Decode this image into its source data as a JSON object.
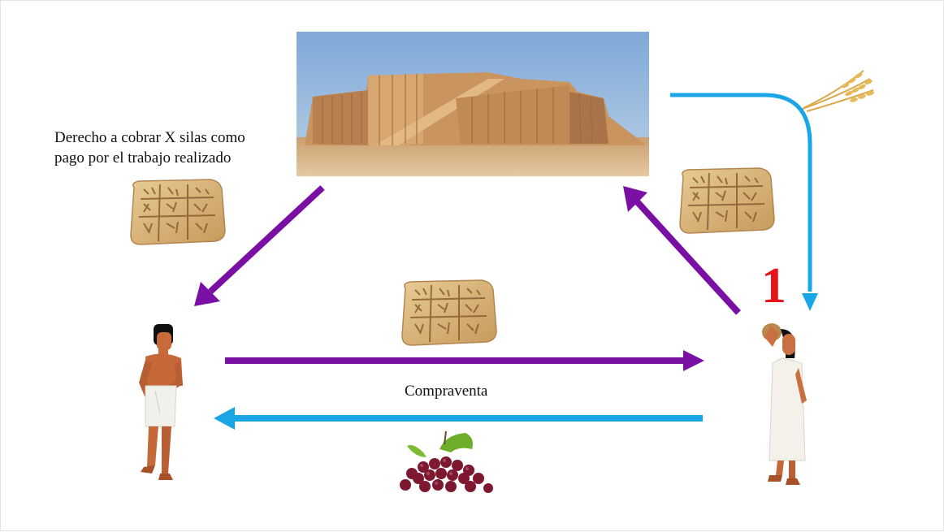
{
  "diagram": {
    "derecho_line1": "Derecho a cobrar X silas como",
    "derecho_line2": "pago por el trabajo realizado",
    "compraventa_label": "Compraventa",
    "step_number": "1"
  },
  "colors": {
    "purple_arrow": "#7a0fa3",
    "blue_arrow": "#1aa6e6",
    "step_number": "#e5141b",
    "clay": "#d6b47c",
    "clay_dark": "#a87a42",
    "sky": "#8cb4dc",
    "sand": "#d9b589"
  },
  "icons": {
    "temple": "ziggurat-image",
    "tablet": "clay-tablet-icon",
    "wheat": "wheat-icon",
    "grapes": "grapes-icon",
    "man": "sumerian-man-figure",
    "woman": "sumerian-woman-figure"
  }
}
